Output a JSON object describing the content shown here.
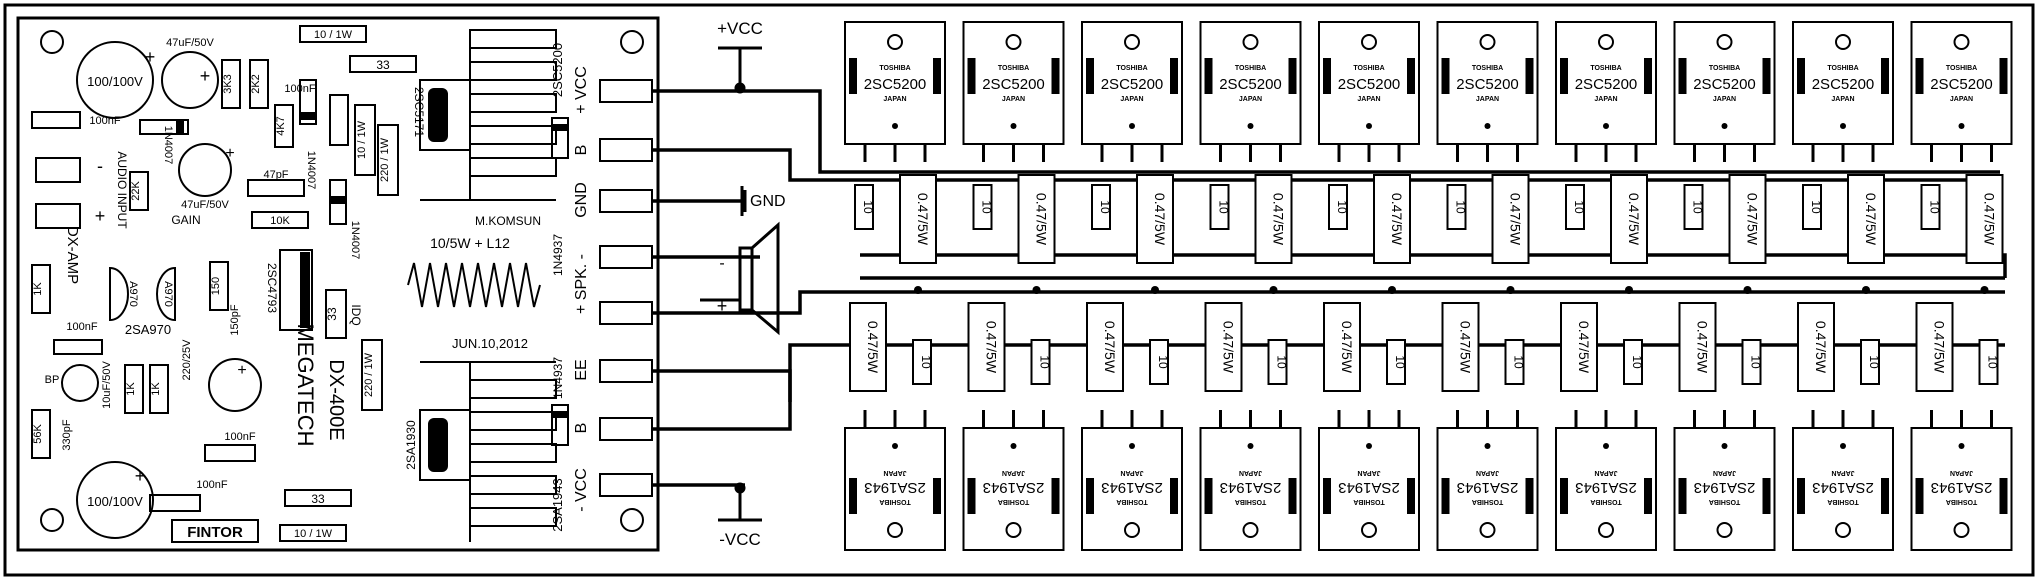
{
  "board": {
    "model": "DX-400E",
    "brand": "MEGATECH",
    "designer": "M.KOMSUN",
    "date": "JUN.10,2012",
    "logo": "FINTOR",
    "section": "DX-AMP"
  },
  "labels": {
    "vcc_pos": "+VCC",
    "vcc_neg": "-VCC",
    "gnd": "GND",
    "pad_vcc_pos": "+ VCC",
    "pad_b1": "B",
    "pad_gnd": "GND",
    "pad_spk": "+ SPK. -",
    "pad_ee": "EE",
    "pad_b2": "B",
    "pad_vcc_neg": "- VCC",
    "audio_input": "AUDIO INPUT",
    "gain": "GAIN",
    "idq": "IDQ",
    "bp": "BP",
    "l12": "10/5W + L12"
  },
  "components": {
    "cap_100_100_top": "100/100V",
    "cap_47u50": "47uF/50V",
    "r_3k3": "3K3",
    "r_2k2": "2K2",
    "r_10_1w_top": "10 / 1W",
    "r_33_top": "33",
    "c_100nf_a": "100nF",
    "d_1n4007_a": "1N4007",
    "r_4k7": "4K7",
    "d_1n4007_b": "1N4007",
    "c_100nf_b": "100nF",
    "r_10_1w_v": "10 / 1W",
    "r_220_1w": "220 / 1W",
    "r_22k": "22K",
    "c_47pf": "47pF",
    "c_47u50_gain": "47uF/50V",
    "r_10k": "10K",
    "d_1n4007_c": "1N4007",
    "q_2sc5171": "2SC5171",
    "q_2sc5200_drv": "2SC5200",
    "d_1n4937_a": "1N4937",
    "d_1n4937_b": "1N4937",
    "q_a970_1": "A970",
    "q_a970_2": "A970",
    "r_1k": "1K",
    "c_100nf_c": "100nF",
    "q_2sa970": "2SA970",
    "r_150": "150",
    "c_150pf": "150pF",
    "q_2sc4793": "2SC4793",
    "r_33_mid": "33",
    "r_220_1w_b": "220 / 1W",
    "c_10u50": "10uF/50V",
    "r_1k_a": "1K",
    "r_1k_b": "1K",
    "c_220_25": "220/25V",
    "r_56k": "56K",
    "c_330pf": "330pF",
    "c_100nf_d": "100nF",
    "c_100nf_e": "100nF",
    "cap_100_100_bot": "100/100V",
    "r_33_bot": "33",
    "r_10_1w_bot": "10 / 1W",
    "q_2sa1930": "2SA1930",
    "q_2sa1943_drv": "2SA1943"
  },
  "output_stage": {
    "npn_brand": "TOSHIBA",
    "npn_part": "2SC5200",
    "npn_origin": "JAPAN",
    "pnp_brand": "TOSHIBA",
    "pnp_part": "2SA1943",
    "pnp_origin": "JAPAN",
    "emitter_resistor": "0.47/5W",
    "base_resistor": "10",
    "pair_count": 10
  }
}
